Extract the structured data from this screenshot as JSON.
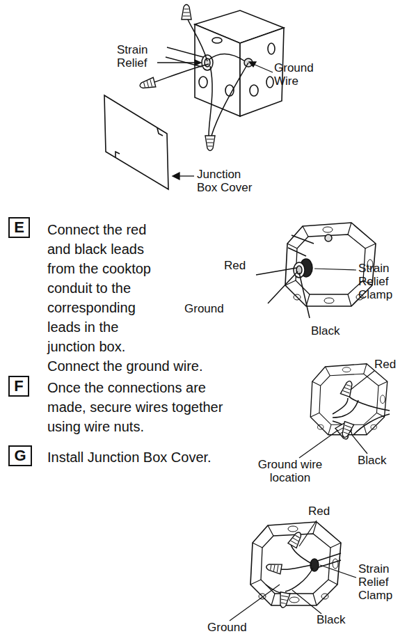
{
  "diagram": {
    "nodes": [
      {
        "text": [
          "E"
        ]
      },
      {
        "text": [
          "F"
        ]
      },
      {
        "text": [
          "G"
        ]
      }
    ],
    "labels": [
      "Strain Relief",
      "Ground Wire",
      "Junction Box Cover",
      "Connect the red and black leads from the cooktop conduit to the corresponding leads in the junction box.",
      "Connect the ground wire.",
      "Red",
      "Strain Relief Clamp",
      "Ground",
      "Black",
      "Once the connections are made, secure wires together using wire nuts.",
      "Install Junction Box Cover.",
      "Red",
      "Ground wire location",
      "Black",
      "Red",
      "Strain Relief Clamp",
      "Ground",
      "Black"
    ]
  }
}
